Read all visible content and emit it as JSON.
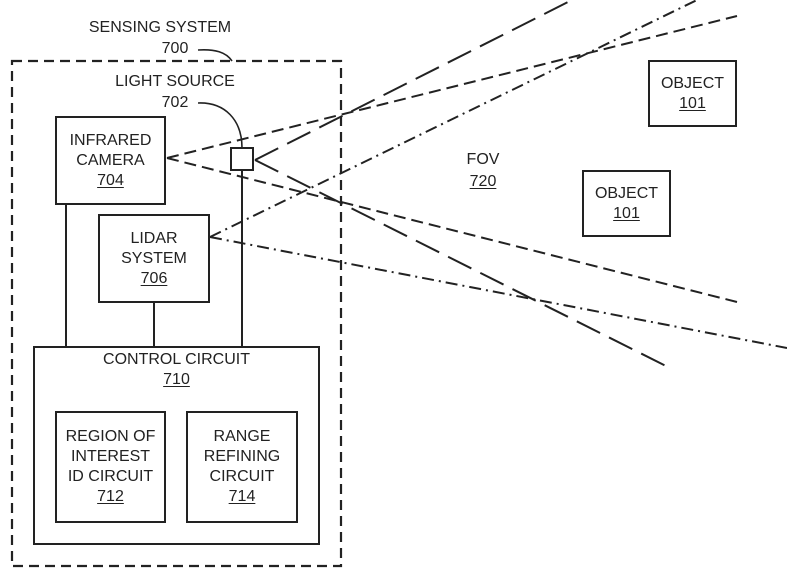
{
  "sensing_system": {
    "title": "SENSING SYSTEM",
    "ref": "700"
  },
  "light_source": {
    "title": "LIGHT SOURCE",
    "ref": "702"
  },
  "infrared_camera": {
    "line1": "INFRARED",
    "line2": "CAMERA",
    "ref": "704"
  },
  "lidar_system": {
    "line1": "LIDAR",
    "line2": "SYSTEM",
    "ref": "706"
  },
  "control_circuit": {
    "title": "CONTROL CIRCUIT",
    "ref": "710"
  },
  "roi_circuit": {
    "line1": "REGION OF",
    "line2": "INTEREST",
    "line3": "ID CIRCUIT",
    "ref": "712"
  },
  "range_circuit": {
    "line1": "RANGE",
    "line2": "REFINING",
    "line3": "CIRCUIT",
    "ref": "714"
  },
  "fov": {
    "title": "FOV",
    "ref": "720"
  },
  "objects": [
    {
      "title": "OBJECT",
      "ref": "101"
    },
    {
      "title": "OBJECT",
      "ref": "101"
    }
  ],
  "line_color": "#222222"
}
